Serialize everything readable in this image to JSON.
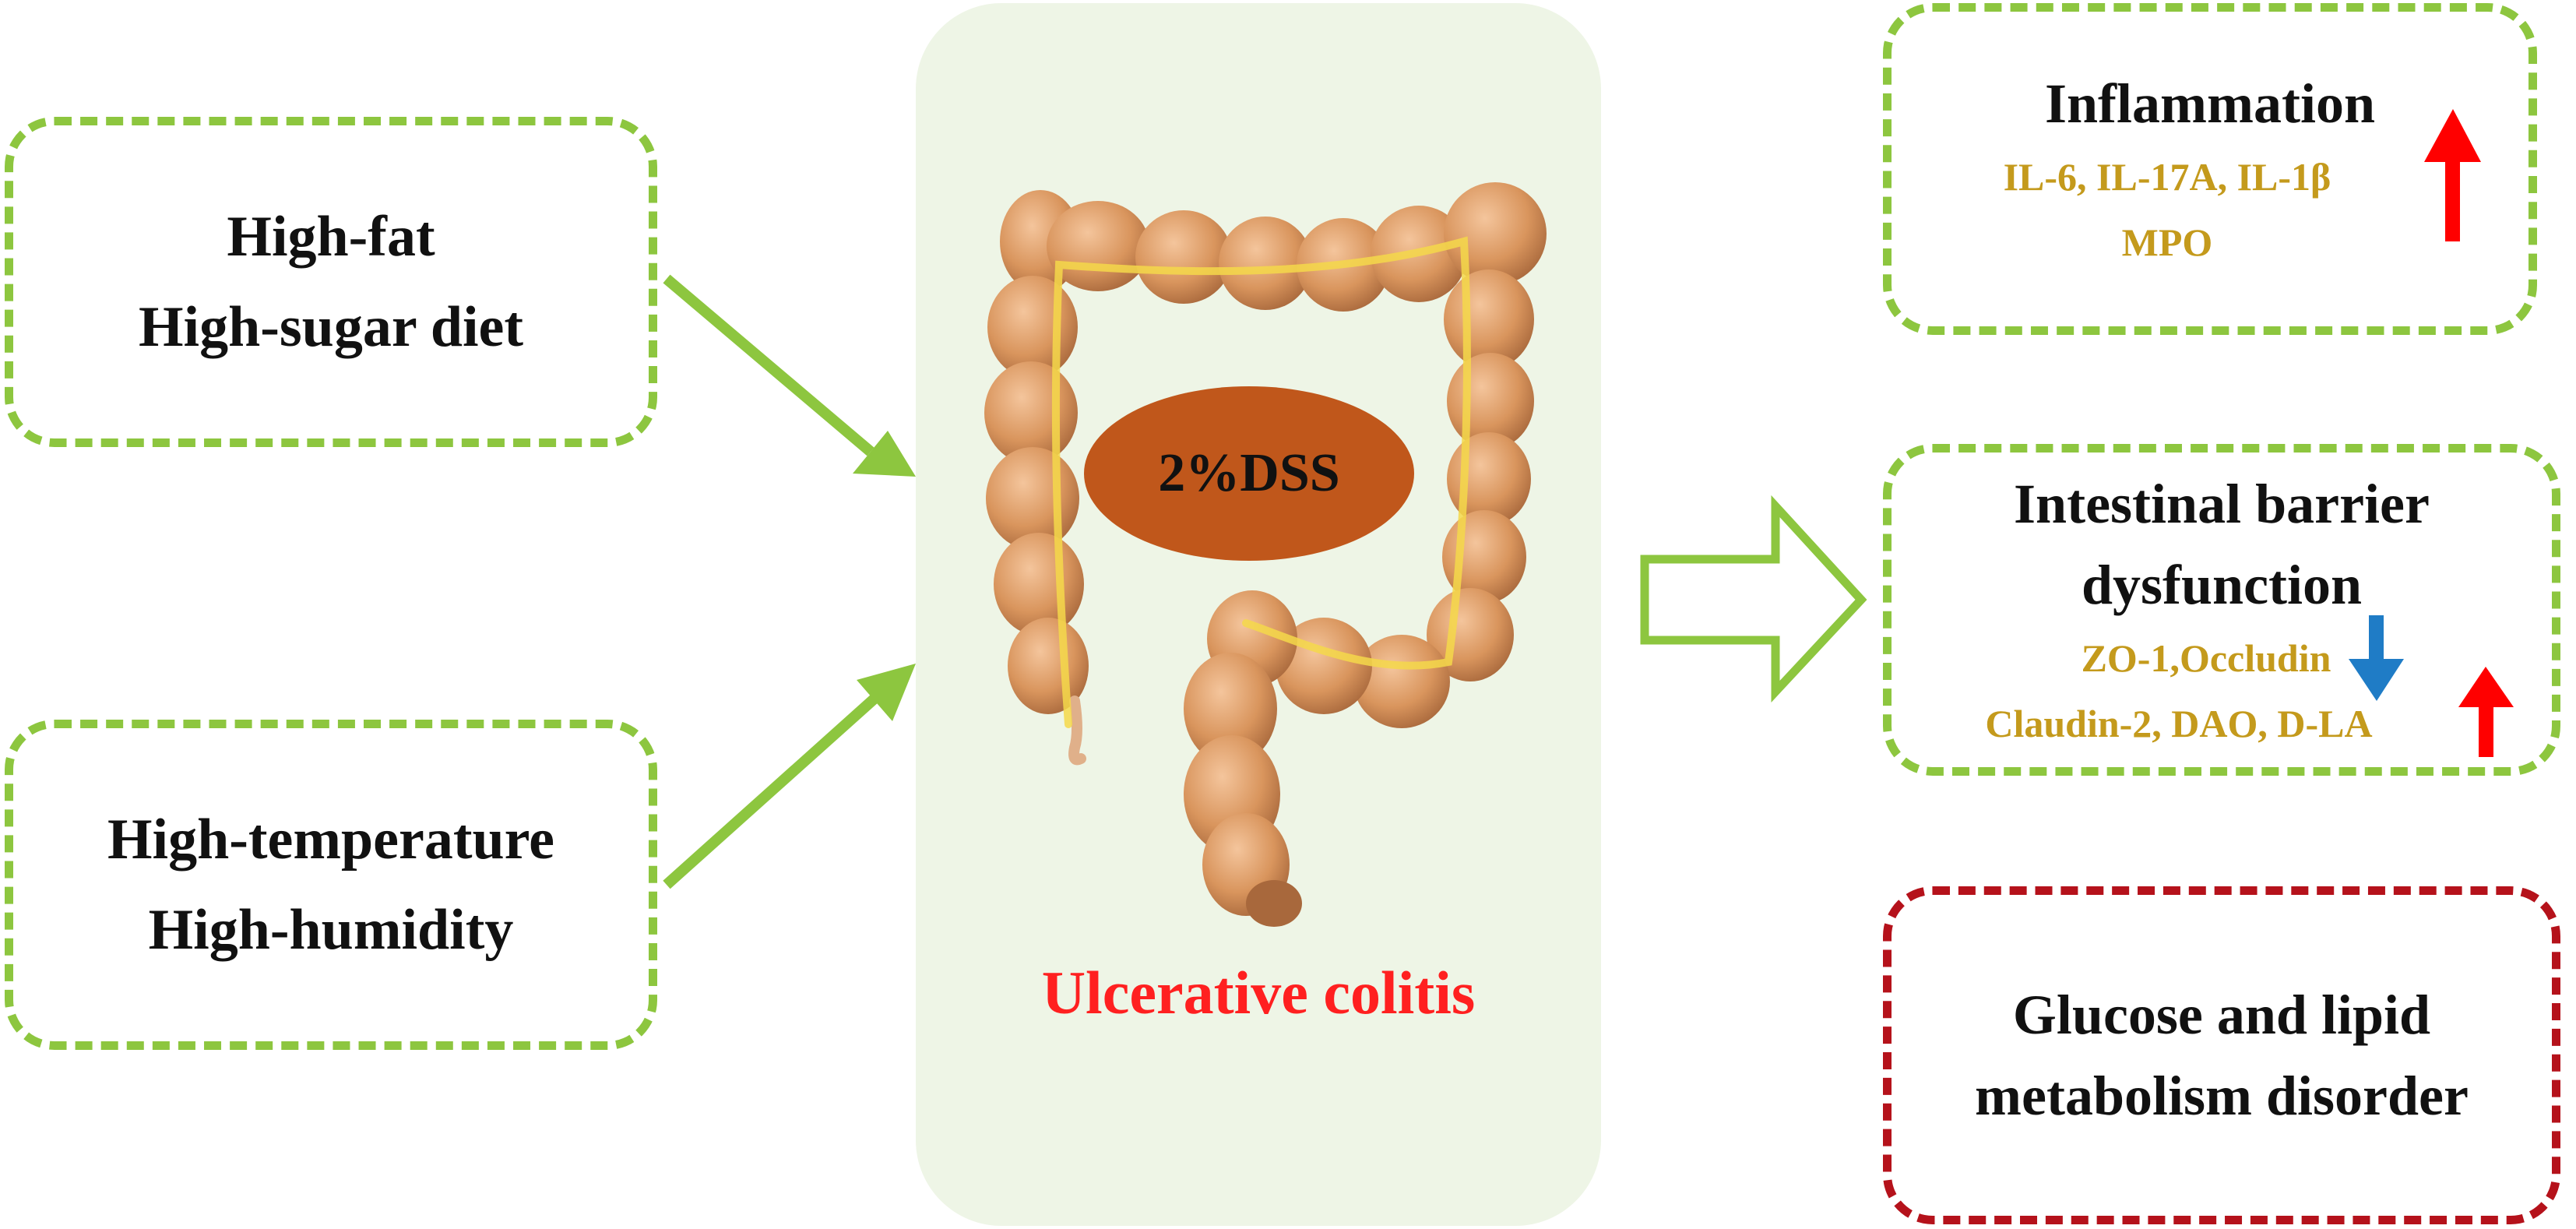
{
  "left": {
    "diet_lines": [
      "High-fat",
      "High-sugar diet"
    ],
    "env_lines": [
      "High-temperature",
      "High-humidity"
    ]
  },
  "center": {
    "dss_label": "2%DSS",
    "caption": "Ulcerative colitis"
  },
  "right": {
    "inflammation": {
      "title": "Inflammation",
      "markers": [
        "IL-6, IL-17A, IL-1β",
        "MPO"
      ]
    },
    "barrier": {
      "title_lines": [
        "Intestinal barrier",
        "dysfunction"
      ],
      "down_markers": "ZO-1,Occludin",
      "up_markers": "Claudin-2, DAO, D-LA"
    },
    "metabolism": {
      "title_lines": [
        "Glucose and lipid",
        "metabolism disorder"
      ]
    }
  },
  "colors": {
    "green_border": "#8dc63f",
    "red_border": "#b5121b",
    "up_arrow": "#ff0000",
    "down_arrow": "#1f7cc6",
    "marker_text": "#c49a1c",
    "caption": "#ff2020",
    "dss_ellipse": "#c0571b"
  }
}
